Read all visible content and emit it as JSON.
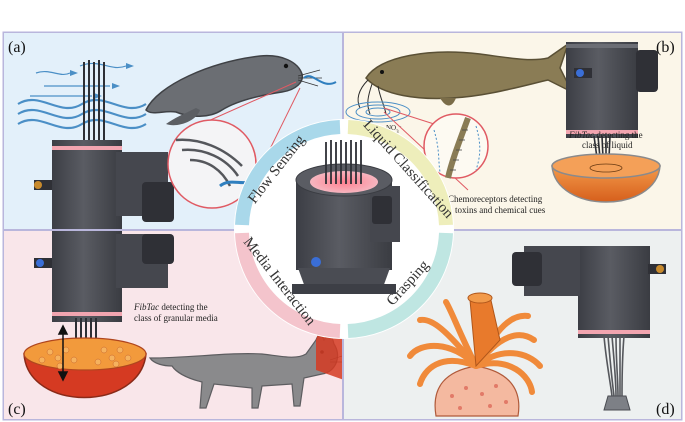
{
  "panels": {
    "a": {
      "label": "(a)"
    },
    "b": {
      "label": "(b)"
    },
    "c": {
      "label": "(c)"
    },
    "d": {
      "label": "(d)"
    }
  },
  "ring": {
    "flow_sensing": "Flow Sensing",
    "liquid_classification": "Liquid Classification",
    "media_interaction": "Media Interaction",
    "grasping": "Grasping"
  },
  "annotations": {
    "chemoreceptors_line1": "Chemoreceptors detecting",
    "chemoreceptors_line2": "toxins and chemical cues",
    "liquid_line1_em": "FibTac",
    "liquid_line1_rest": " detecting the",
    "liquid_line2": "class of liquid",
    "granular_line1_em": "FibTac",
    "granular_line1_rest": " detecting the",
    "granular_line2": "class of granular media",
    "hg": "Hg",
    "hg_sup": "2+",
    "no3": "NO",
    "no3_sub": "3",
    "no3_sup": "−"
  },
  "colors": {
    "frame": "#b9b6dc",
    "panel_a_bg": "#e3f0fa",
    "panel_b_bg": "#fbf6e9",
    "panel_c_bg": "#f9e6ea",
    "panel_d_bg": "#edf0f0",
    "ring_blue": "#a9d8ea",
    "ring_yellow": "#eeeebb",
    "ring_pink": "#f4c4cc",
    "ring_teal": "#bfe6e2",
    "device_body": "#4b4d55",
    "pink_band": "#f2a5b0",
    "seal": "#6b6e73",
    "catfish": "#8a7c55",
    "cat": "#8a8a8c",
    "liquid": "#e8742b",
    "beads": "#f29a3c",
    "anemone": "#f08a3a"
  }
}
